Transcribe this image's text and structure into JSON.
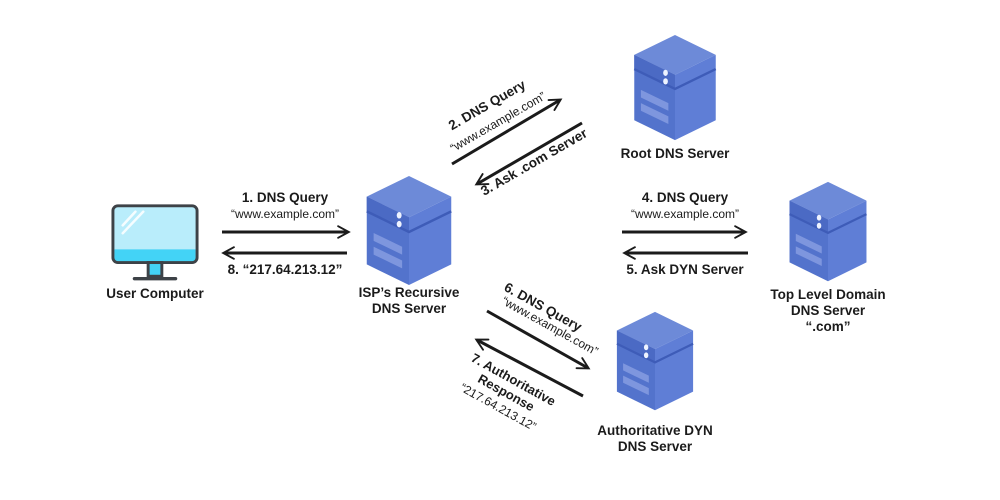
{
  "nodes": [
    {
      "id": "user-computer",
      "icon": "monitor-icon",
      "label": "User Computer"
    },
    {
      "id": "isp-recursive-dns",
      "icon": "server-icon",
      "label": "ISP’s Recursive DNS Server"
    },
    {
      "id": "root-dns",
      "icon": "server-icon",
      "label": "Root DNS Server"
    },
    {
      "id": "tld-dns",
      "icon": "server-icon",
      "label": "Top Level Domain DNS Server",
      "sublabel": "“.com”"
    },
    {
      "id": "authoritative-dns",
      "icon": "server-icon",
      "label": "Authoritative DYN DNS Server"
    }
  ],
  "edges": [
    {
      "step": "1",
      "label": "1. DNS Query",
      "value": "“www.example.com”",
      "from": "user-computer",
      "to": "isp-recursive-dns"
    },
    {
      "step": "2",
      "label": "2. DNS Query",
      "value": "“www.example.com”",
      "from": "isp-recursive-dns",
      "to": "root-dns"
    },
    {
      "step": "3",
      "label": "3. Ask .com Server",
      "from": "root-dns",
      "to": "isp-recursive-dns"
    },
    {
      "step": "4",
      "label": "4. DNS Query",
      "value": "“www.example.com”",
      "from": "isp-recursive-dns",
      "to": "tld-dns"
    },
    {
      "step": "5",
      "label": "5. Ask DYN Server",
      "from": "tld-dns",
      "to": "isp-recursive-dns"
    },
    {
      "step": "6",
      "label": "6. DNS Query",
      "value": "“www.example.com”",
      "from": "isp-recursive-dns",
      "to": "authoritative-dns"
    },
    {
      "step": "7",
      "label": "7. Authoritative Response",
      "value": "“217.64.213.12”",
      "from": "authoritative-dns",
      "to": "isp-recursive-dns"
    },
    {
      "step": "8",
      "label": "8. “217.64.213.12”",
      "from": "isp-recursive-dns",
      "to": "user-computer"
    }
  ],
  "colors": {
    "arrow": "#1b1b1b",
    "text": "#1b1b1b",
    "server_top": "#6d8ad8",
    "server_left": "#5373cc",
    "server_right": "#5f7ed6",
    "server_cap": "#4b6ac4",
    "server_seam": "#3e5cb8",
    "server_slot": "#7e96de",
    "monitor_screen": "#b9edfb",
    "monitor_accent": "#43d3f6",
    "monitor_outline": "#3d4247"
  }
}
